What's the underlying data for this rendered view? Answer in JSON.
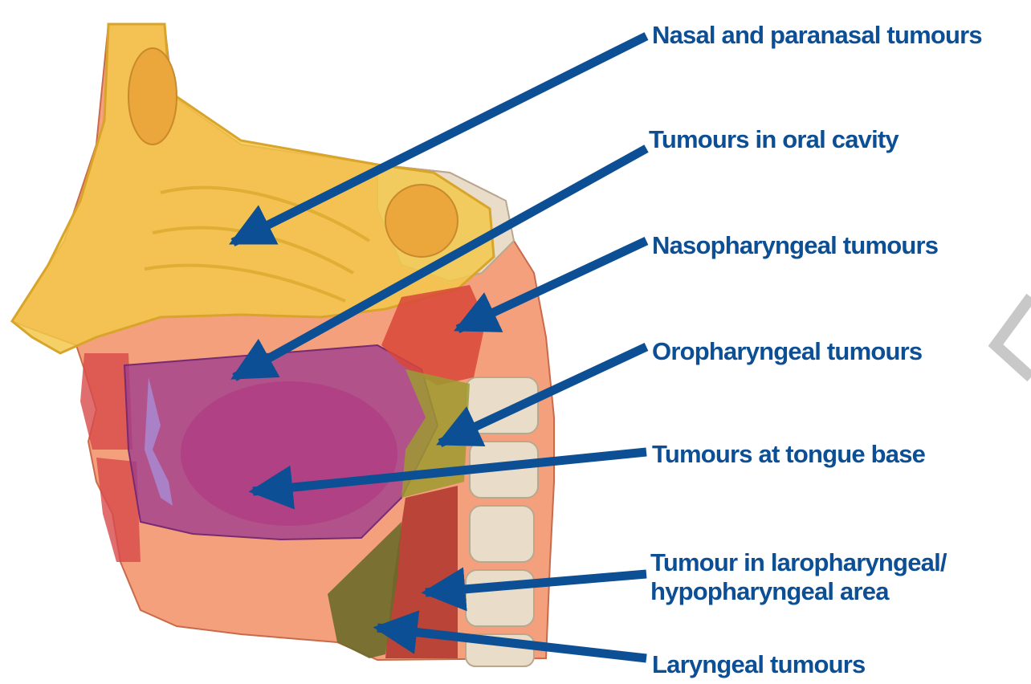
{
  "labels": {
    "nasal": "Nasal and paranasal tumours",
    "oral": "Tumours in oral cavity",
    "nasopharyngeal": "Nasopharyngeal tumours",
    "oropharyngeal": "Oropharyngeal tumours",
    "tongue_base": "Tumours  at tongue base",
    "laro_line1": "Tumour in laropharyngeal/",
    "laro_line2": "hypopharyngeal area",
    "laryngeal": "Laryngeal tumours"
  },
  "colors": {
    "label_text": "#0d4f94",
    "arrow": "#0d4f94",
    "nasal_region": "#f2c84b",
    "oral_region": "#9b3a8f",
    "nasopharynx_region": "#d8473a",
    "oropharynx_region": "#8f8a2e",
    "larynx_region": "#6b6a2a",
    "skin": "#f4a07c",
    "bone": "#e9dcc8"
  }
}
